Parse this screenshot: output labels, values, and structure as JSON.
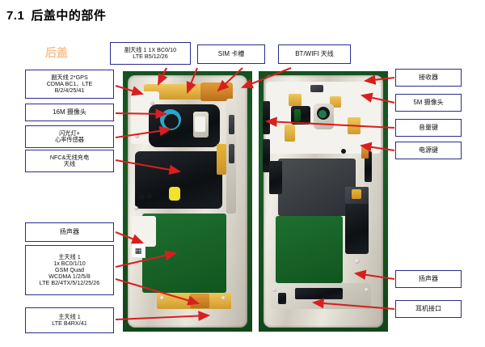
{
  "document": {
    "section_number": "7.1",
    "title": "后盖中的部件",
    "watermark_label": "后盖",
    "accent_color": "#2b2b8f",
    "leader_color": "#d81f1f",
    "watermark_color": "#f6c392"
  },
  "callouts": {
    "top": [
      {
        "name": "aux-antenna-1",
        "text": "副天线 1 1X BC0/10\nLTE B5/12/26"
      },
      {
        "name": "sim-card-slot",
        "text": "SIM 卡槽"
      },
      {
        "name": "bt-wifi-antenna",
        "text": "BT/WIFI 天线"
      }
    ],
    "left": [
      {
        "name": "aux-antenna-2-gps",
        "text": "副天线 2*GPS\nCDMA BC1、LTE\nB/2/4/25/41"
      },
      {
        "name": "main-camera",
        "text": "16M 摄像头"
      },
      {
        "name": "flash-heart-rate",
        "text": "闪光灯+\n心率传感器"
      },
      {
        "name": "nfc-wireless-charge-antenna",
        "text": "NFC&无线充电\n天线"
      },
      {
        "name": "speaker-left",
        "text": "扬声器"
      },
      {
        "name": "main-antenna-1-multi",
        "text": "主天线 1\n1x BC0/1/10\nGSM Quad\nWCDMA 1/2/5/8\nLTE B2/4TX/5/12/25/26"
      },
      {
        "name": "main-antenna-1-lte",
        "text": "主天线 1\nLTE B4RX/41"
      }
    ],
    "right": [
      {
        "name": "receiver",
        "text": "接收器"
      },
      {
        "name": "front-camera",
        "text": "5M 摄像头"
      },
      {
        "name": "volume-key",
        "text": "音量键"
      },
      {
        "name": "power-key",
        "text": "电源键"
      },
      {
        "name": "speaker-right",
        "text": "扬声器"
      },
      {
        "name": "headphone-jack",
        "text": "耳机接口"
      }
    ]
  },
  "photos": [
    {
      "name": "rear-cover-assembly-photo",
      "caption_overlay_glyph": "▦"
    },
    {
      "name": "front-housing-assembly-photo",
      "caption_overlay_glyph": ""
    }
  ]
}
